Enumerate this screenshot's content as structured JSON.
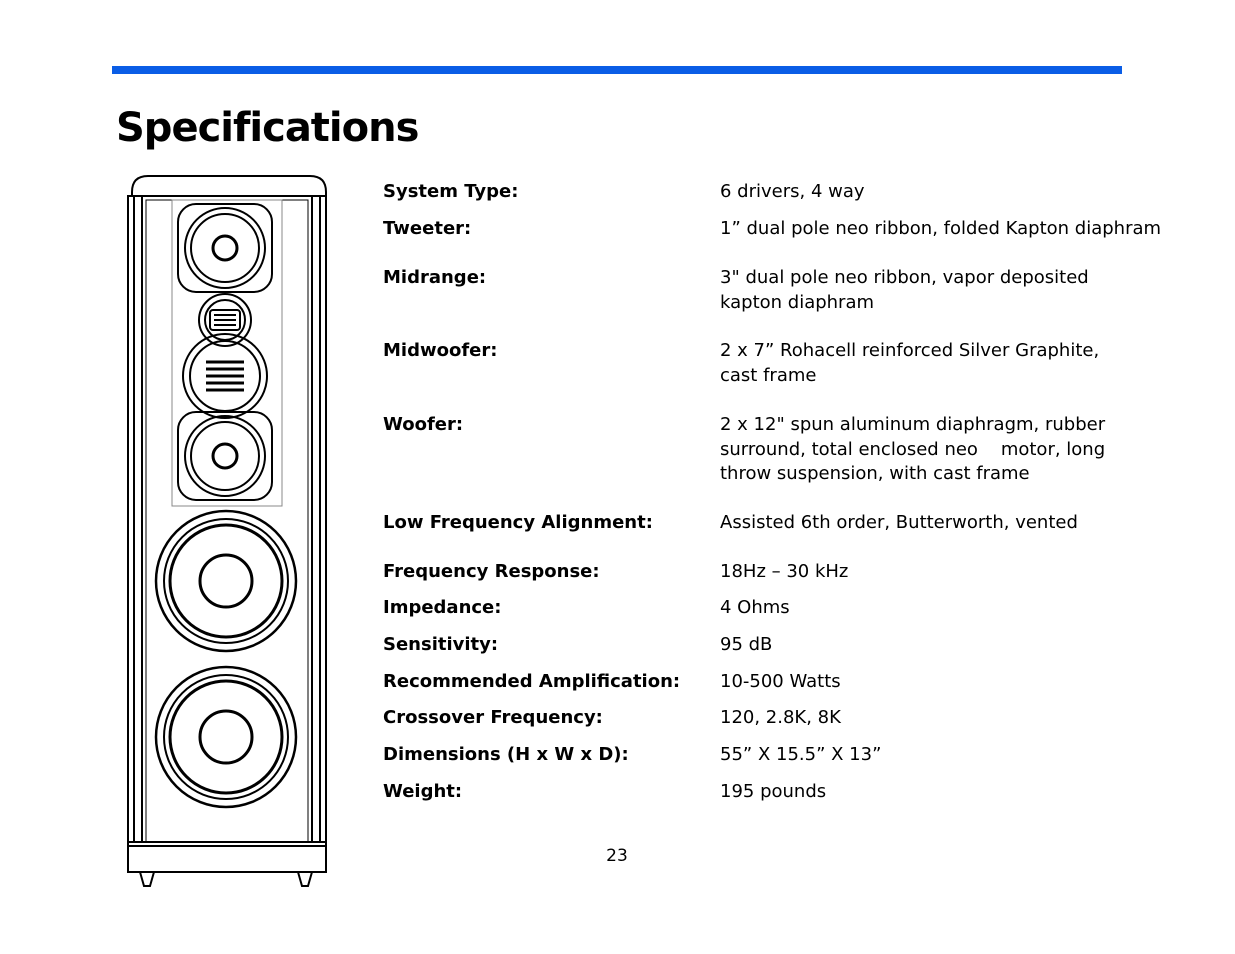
{
  "page": {
    "title": "Specifications",
    "page_number": "23",
    "accent_color": "#0a5de6"
  },
  "figure": {
    "icon": "speaker-illustration"
  },
  "specs": [
    {
      "label": "System Type:",
      "value": [
        "6 drivers, 4 way"
      ]
    },
    {
      "label": "Tweeter:",
      "value": [
        "1” dual pole neo ribbon, folded Kapton diaphram"
      ]
    },
    {
      "label": "Midrange:",
      "value": [
        "3\" dual pole neo ribbon, vapor deposited",
        "kapton diaphram"
      ]
    },
    {
      "label": "Midwoofer:",
      "value": [
        "2 x 7” Rohacell reinforced Silver Graphite,",
        "cast frame"
      ]
    },
    {
      "label": "Woofer:",
      "value": [
        "2 x 12\" spun aluminum diaphragm, rubber",
        "surround, total enclosed neo    motor, long",
        "throw suspension, with cast frame"
      ]
    },
    {
      "label": "Low Frequency Alignment:",
      "value": [
        "Assisted 6th order, Butterworth, vented"
      ]
    },
    {
      "label": "Frequency Response:",
      "value": [
        "18Hz – 30 kHz"
      ]
    },
    {
      "label": "Impedance:",
      "value": [
        "4 Ohms"
      ]
    },
    {
      "label": "Sensitivity:",
      "value": [
        "95 dB"
      ]
    },
    {
      "label": "Recommended Amplification:",
      "value": [
        "10-500 Watts"
      ]
    },
    {
      "label": "Crossover Frequency:",
      "value": [
        "120, 2.8K, 8K"
      ]
    },
    {
      "label": "Dimensions (H x W x D):",
      "value": [
        "55” X 15.5” X 13”"
      ]
    },
    {
      "label": "Weight:",
      "value": [
        "195 pounds"
      ]
    }
  ]
}
